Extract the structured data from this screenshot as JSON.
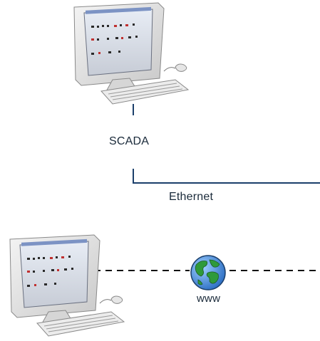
{
  "labels": {
    "scada": "SCADA",
    "ethernet": "Ethernet",
    "www": "www"
  },
  "icons": {
    "top_computer": "desktop-computer-icon",
    "bottom_computer": "desktop-computer-icon",
    "globe": "globe-icon"
  },
  "colors": {
    "line": "#1b3f6b",
    "dashed": "#111111",
    "ocean": "#3b7fd0",
    "land": "#2f9a3a"
  }
}
